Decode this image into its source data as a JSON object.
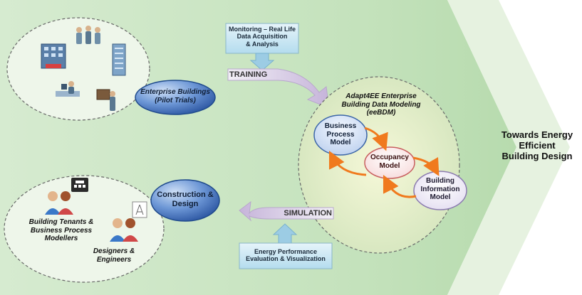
{
  "colors": {
    "chevron_light": "#e2f0dc",
    "chevron_mid": "#bcdcb4",
    "ellipse_border": "#6a6a6a",
    "blue_oval": "#2e64b2",
    "arrow_orange": "#f07a1e",
    "info_box": "#c6e4f0"
  },
  "monitoring_box": {
    "line1": "Monitoring – Real Life",
    "line2": "Data Acquisition",
    "line3": "& Analysis"
  },
  "training_label": "TRAINING",
  "enterprise_buildings": {
    "line1": "Enterprise Buildings",
    "line2": "(Pilot Trials)"
  },
  "adapt4ee": {
    "line1": "Adapt4EE Enterprise",
    "line2": "Building Data Modeling",
    "line3": "(eeBDM)"
  },
  "business_process_model": {
    "line1": "Business",
    "line2": "Process",
    "line3": "Model"
  },
  "occupancy_model": {
    "line1": "Occupancy",
    "line2": "Model"
  },
  "building_information_model": {
    "line1": "Building",
    "line2": "Information",
    "line3": "Model"
  },
  "towards": {
    "line1": "Towards Energy",
    "line2": "Efficient",
    "line3": "Building Design"
  },
  "construction_design": {
    "line1": "Construction &",
    "line2": "Design"
  },
  "simulation_label": "SIMULATION",
  "tenants": {
    "line1": "Building Tenants &",
    "line2": "Business Process",
    "line3": "Modellers"
  },
  "designers": {
    "line1": "Designers &",
    "line2": "Engineers"
  },
  "energy_box": {
    "line1": "Energy Performance",
    "line2": "Evaluation & Visualization"
  }
}
